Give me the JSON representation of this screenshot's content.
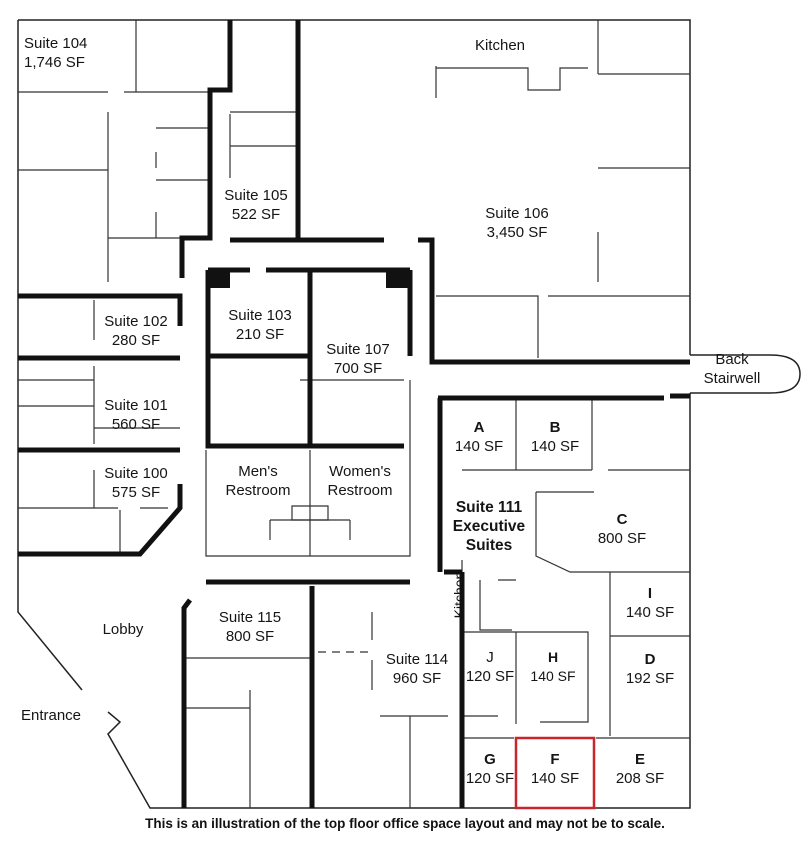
{
  "rooms": {
    "suite104": {
      "name": "Suite 104",
      "area": "1,746 SF"
    },
    "kitchen_top": {
      "name": "Kitchen"
    },
    "suite105": {
      "name": "Suite 105",
      "area": "522 SF"
    },
    "suite106": {
      "name": "Suite 106",
      "area": "3,450 SF"
    },
    "suite102": {
      "name": "Suite 102",
      "area": "280 SF"
    },
    "suite103": {
      "name": "Suite 103",
      "area": "210 SF"
    },
    "suite107": {
      "name": "Suite 107",
      "area": "700 SF"
    },
    "back_stairwell": {
      "l1": "Back",
      "l2": "Stairwell"
    },
    "suite101": {
      "name": "Suite 101",
      "area": "560 SF"
    },
    "suite100": {
      "name": "Suite 100",
      "area": "575 SF"
    },
    "mens": {
      "l1": "Men's",
      "l2": "Restroom"
    },
    "womens": {
      "l1": "Women's",
      "l2": "Restroom"
    },
    "a": {
      "name": "A",
      "area": "140 SF"
    },
    "b": {
      "name": "B",
      "area": "140 SF"
    },
    "suite111": {
      "l1": "Suite 111",
      "l2": "Executive",
      "l3": "Suites"
    },
    "c": {
      "name": "C",
      "area": "800 SF"
    },
    "kitchen111": {
      "name": "Kitchen"
    },
    "i": {
      "name": "I",
      "area": "140 SF"
    },
    "lobby": {
      "name": "Lobby"
    },
    "suite115": {
      "name": "Suite 115",
      "area": "800 SF"
    },
    "suite114": {
      "name": "Suite 114",
      "area": "960 SF"
    },
    "j": {
      "name": "J",
      "area": "120 SF"
    },
    "h": {
      "name": "H",
      "area": "140 SF"
    },
    "d": {
      "name": "D",
      "area": "192 SF"
    },
    "entrance": {
      "name": "Entrance"
    },
    "g": {
      "name": "G",
      "area": "120 SF"
    },
    "f": {
      "name": "F",
      "area": "140 SF"
    },
    "e": {
      "name": "E",
      "area": "208 SF"
    }
  },
  "caption": "This is an illustration of the top floor office space layout and may not be to scale.",
  "colors": {
    "wall": "#111111",
    "highlight": "#c8262b"
  }
}
